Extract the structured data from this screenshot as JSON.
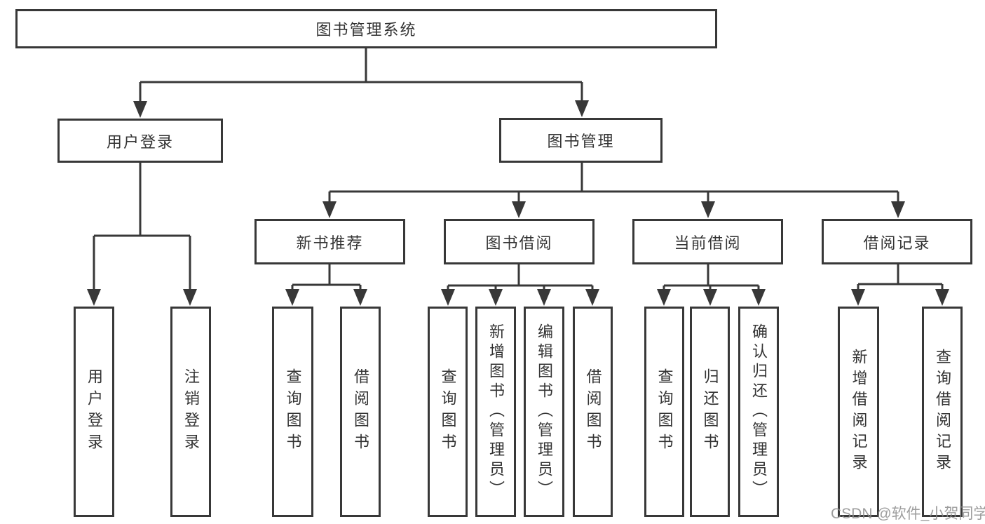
{
  "diagram": {
    "root": {
      "label": "图书管理系统",
      "children": [
        {
          "label": "用户登录",
          "children": [
            {
              "label": "用户登录"
            },
            {
              "label": "注销登录"
            }
          ]
        },
        {
          "label": "图书管理",
          "children": [
            {
              "label": "新书推荐",
              "children": [
                {
                  "label": "查询图书"
                },
                {
                  "label": "借阅图书"
                }
              ]
            },
            {
              "label": "图书借阅",
              "children": [
                {
                  "label": "查询图书"
                },
                {
                  "label": "新增图书（管理员）"
                },
                {
                  "label": "编辑图书（管理员）"
                },
                {
                  "label": "借阅图书"
                }
              ]
            },
            {
              "label": "当前借阅",
              "children": [
                {
                  "label": "查询图书"
                },
                {
                  "label": "归还图书"
                },
                {
                  "label": "确认归还（管理员）"
                }
              ]
            },
            {
              "label": "借阅记录",
              "children": [
                {
                  "label": "新增借阅记录"
                },
                {
                  "label": "查询借阅记录"
                }
              ]
            }
          ]
        }
      ]
    }
  },
  "watermark": {
    "text": "CSDN @软件_小贺同学"
  },
  "colors": {
    "line": "#383838",
    "box_border": "#383838",
    "text": "#333333",
    "watermark_text": "#8c8c8c",
    "background": "#ffffff"
  }
}
